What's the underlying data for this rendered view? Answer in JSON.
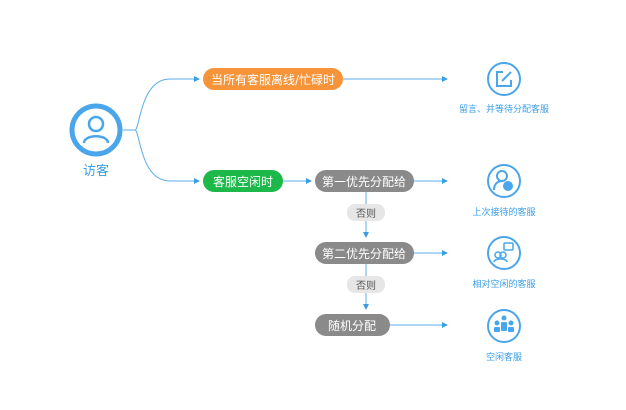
{
  "visitor": {
    "label": "访客"
  },
  "conditions": {
    "all_offline": "当所有客服离线/忙碌时",
    "idle": "客服空闲时"
  },
  "steps": [
    "第一优先分配给",
    "第二优先分配给",
    "随机分配"
  ],
  "otherwise": [
    "否则",
    "否则"
  ],
  "outcomes": [
    "留言、并等待分配客服",
    "上次接待的客服",
    "相对空闲的客服",
    "空闲客服"
  ],
  "colors": {
    "blue": "#3a9ee6",
    "orange": "#f7943a",
    "green": "#1cb84a",
    "gray": "#8a8a8a",
    "light_gray": "#e6e6e6"
  }
}
